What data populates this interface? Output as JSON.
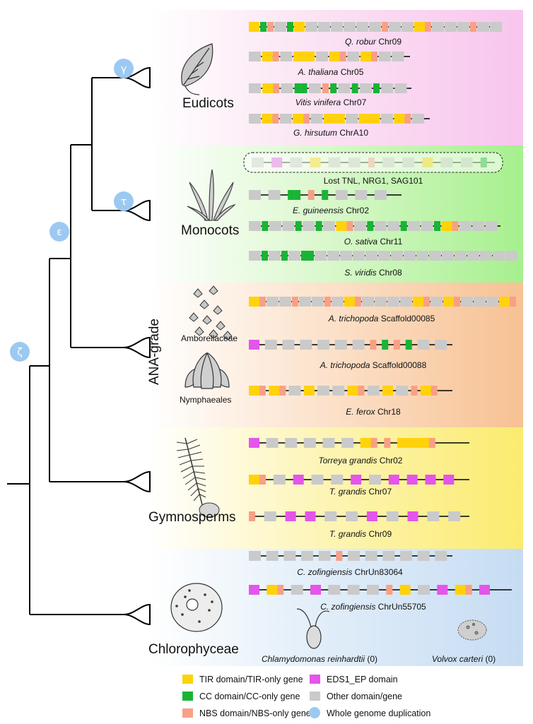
{
  "colors": {
    "tir": "#FFD20A",
    "cc": "#19B435",
    "nbs": "#F8A085",
    "eds1": "#E455EA",
    "other": "#CACACA",
    "wgd": "#9CC9F2"
  },
  "wgd_events": [
    "γ",
    "τ",
    "ε",
    "ζ"
  ],
  "groups": {
    "eudicots": "Eudicots",
    "monocots": "Monocots",
    "ana": "ANA-grade",
    "amborellaceae": "Amborellaceae",
    "nymphaeales": "Nymphaeales",
    "gymnosperms": "Gymnosperms",
    "chlorophyceae": "Chlorophyceae"
  },
  "chromosomes": [
    {
      "species": "Q. robur",
      "chr": "Chr09",
      "genes": [
        "tir",
        "cc",
        "nbs",
        "other",
        "cc",
        "tir",
        "other",
        "other",
        "other",
        "other",
        "other",
        "other",
        "nbs",
        "other",
        "other",
        "tir",
        "nbs",
        "other",
        "other",
        "other",
        "nbs",
        "other",
        "other"
      ]
    },
    {
      "species": "A. thaliana",
      "chr": "Chr05",
      "genes": [
        "other",
        "tir",
        "nbs",
        "other",
        "tir",
        "tir",
        "other",
        "tir",
        "nbs",
        "other",
        "tir",
        "nbs",
        "other",
        "other"
      ]
    },
    {
      "species": "Vitis vinifera",
      "chr": "Chr07",
      "genes": [
        "other",
        "tir",
        "nbs",
        "other",
        "cc",
        "cc",
        "other",
        "nbs",
        "cc",
        "other",
        "cc",
        "other",
        "cc",
        "other",
        "other"
      ]
    },
    {
      "species": "G. hirsutum",
      "chr": "ChrA10",
      "genes": [
        "other",
        "tir",
        "nbs",
        "other",
        "tir",
        "nbs",
        "other",
        "tir",
        "tir",
        "other",
        "tir",
        "tir",
        "other",
        "tir",
        "nbs",
        "other"
      ]
    },
    {
      "species": "",
      "chr": "",
      "note": "Lost TNL, NRG1, SAG101",
      "genes": [
        "other",
        "eds1",
        "other",
        "tir",
        "other",
        "other",
        "nbs",
        "other",
        "other",
        "tir",
        "other",
        "other",
        "cc"
      ]
    },
    {
      "species": "E. guineensis",
      "chr": "Chr02",
      "genes": [
        "other",
        "other",
        "cc",
        "cc",
        "nbs",
        "cc",
        "other",
        "other",
        "other"
      ]
    },
    {
      "species": "O. sativa",
      "chr": "Chr11",
      "genes": [
        "other",
        "cc",
        "other",
        "other",
        "cc",
        "other",
        "cc",
        "other",
        "tir",
        "nbs",
        "other",
        "cc",
        "other",
        "other",
        "cc",
        "other",
        "other",
        "cc",
        "tir",
        "nbs",
        "other",
        "other",
        "other"
      ]
    },
    {
      "species": "S. viridis",
      "chr": "Chr08",
      "genes": [
        "other",
        "cc",
        "other",
        "cc",
        "other",
        "cc",
        "cc",
        "other",
        "other",
        "other",
        "other",
        "other",
        "other",
        "other",
        "other",
        "other",
        "other",
        "other",
        "other",
        "other",
        "other",
        "other",
        "other"
      ]
    },
    {
      "species": "A. trichopoda",
      "chr": "Scaffold00085",
      "genes": [
        "tir",
        "nbs",
        "other",
        "other",
        "nbs",
        "other",
        "other",
        "nbs",
        "other",
        "tir",
        "nbs",
        "other",
        "other",
        "other",
        "other",
        "tir",
        "nbs",
        "other",
        "tir",
        "nbs",
        "other",
        "other",
        "other",
        "tir",
        "nbs"
      ]
    },
    {
      "species": "A. trichopoda",
      "chr": "Scaffold00088",
      "genes": [
        "eds1",
        "other",
        "other",
        "other",
        "other",
        "other",
        "other",
        "nbs",
        "cc",
        "nbs",
        "cc",
        "other",
        "other"
      ]
    },
    {
      "species": "E. ferox",
      "chr": "Chr18",
      "genes": [
        "tir",
        "nbs",
        "tir",
        "nbs",
        "other",
        "tir",
        "other",
        "other",
        "tir",
        "nbs",
        "other",
        "tir",
        "other",
        "nbs",
        "tir",
        "nbs"
      ]
    },
    {
      "species": "Torreya grandis",
      "chr": "Chr02",
      "genes": [
        "eds1",
        "other",
        "other",
        "other",
        "other",
        "other",
        "tir",
        "nbs",
        "nbs",
        "tir",
        "tir",
        "tir",
        "nbs"
      ]
    },
    {
      "species": "T. grandis",
      "chr": "Chr07",
      "genes": [
        "tir",
        "nbs",
        "other",
        "eds1",
        "other",
        "other",
        "eds1",
        "other",
        "eds1",
        "eds1",
        "eds1",
        "eds1"
      ]
    },
    {
      "species": "T. grandis",
      "chr": "Chr09",
      "genes": [
        "nbs",
        "other",
        "eds1",
        "eds1",
        "other",
        "other",
        "eds1",
        "other",
        "eds1",
        "other",
        "other"
      ]
    },
    {
      "species": "C. zofingiensis",
      "chr": "ChrUn83064",
      "genes": [
        "other",
        "other",
        "other",
        "other",
        "other",
        "nbs",
        "other",
        "other",
        "other",
        "other",
        "other",
        "other"
      ]
    },
    {
      "species": "C. zofingiensis",
      "chr": "ChrUn55705",
      "genes": [
        "eds1",
        "tir",
        "nbs",
        "other",
        "eds1",
        "other",
        "other",
        "other",
        "nbs",
        "tir",
        "other",
        "eds1",
        "tir",
        "nbs",
        "eds1"
      ]
    }
  ],
  "no_hits": [
    {
      "species": "Chlamydomonas reinhardtii",
      "count": "(0)"
    },
    {
      "species": "Volvox carteri",
      "count": "(0)"
    }
  ],
  "legend": {
    "tir": "TIR domain/TIR-only gene",
    "cc": "CC domain/CC-only gene",
    "nbs": "NBS domain/NBS-only gene",
    "eds1": "EDS1_EP domain",
    "other": "Other domain/gene",
    "wgd": "Whole genome duplication"
  }
}
